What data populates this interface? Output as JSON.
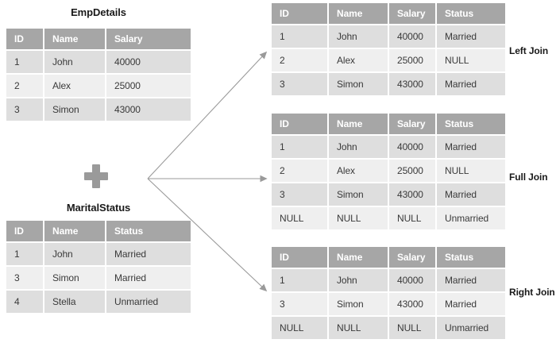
{
  "diagram": {
    "title_left_table": "EmpDetails",
    "title_right_table": "MaritalStatus",
    "operator_icon": "plus-icon",
    "colors": {
      "header_bg": "#a6a6a6",
      "header_text": "#ffffff",
      "row_alt_a": "#dedede",
      "row_alt_b": "#efefef",
      "cell_text": "#3a3a3a",
      "arrow": "#9a9a9a",
      "background": "#ffffff"
    }
  },
  "source_tables": [
    {
      "name": "EmpDetails",
      "columns": [
        "ID",
        "Name",
        "Salary"
      ],
      "rows": [
        [
          "1",
          "John",
          "40000"
        ],
        [
          "2",
          "Alex",
          "25000"
        ],
        [
          "3",
          "Simon",
          "43000"
        ]
      ]
    },
    {
      "name": "MaritalStatus",
      "columns": [
        "ID",
        "Name",
        "Status"
      ],
      "rows": [
        [
          "1",
          "John",
          "Married"
        ],
        [
          "3",
          "Simon",
          "Married"
        ],
        [
          "4",
          "Stella",
          "Unmarried"
        ]
      ]
    }
  ],
  "result_tables": [
    {
      "label": "Left Join",
      "columns": [
        "ID",
        "Name",
        "Salary",
        "Status"
      ],
      "rows": [
        [
          "1",
          "John",
          "40000",
          "Married"
        ],
        [
          "2",
          "Alex",
          "25000",
          "NULL"
        ],
        [
          "3",
          "Simon",
          "43000",
          "Married"
        ]
      ]
    },
    {
      "label": "Full Join",
      "columns": [
        "ID",
        "Name",
        "Salary",
        "Status"
      ],
      "rows": [
        [
          "1",
          "John",
          "40000",
          "Married"
        ],
        [
          "2",
          "Alex",
          "25000",
          "NULL"
        ],
        [
          "3",
          "Simon",
          "43000",
          "Married"
        ],
        [
          "NULL",
          "NULL",
          "NULL",
          "Unmarried"
        ]
      ]
    },
    {
      "label": "Right Join",
      "columns": [
        "ID",
        "Name",
        "Salary",
        "Status"
      ],
      "rows": [
        [
          "1",
          "John",
          "40000",
          "Married"
        ],
        [
          "3",
          "Simon",
          "43000",
          "Married"
        ],
        [
          "NULL",
          "NULL",
          "NULL",
          "Unmarried"
        ]
      ]
    }
  ]
}
